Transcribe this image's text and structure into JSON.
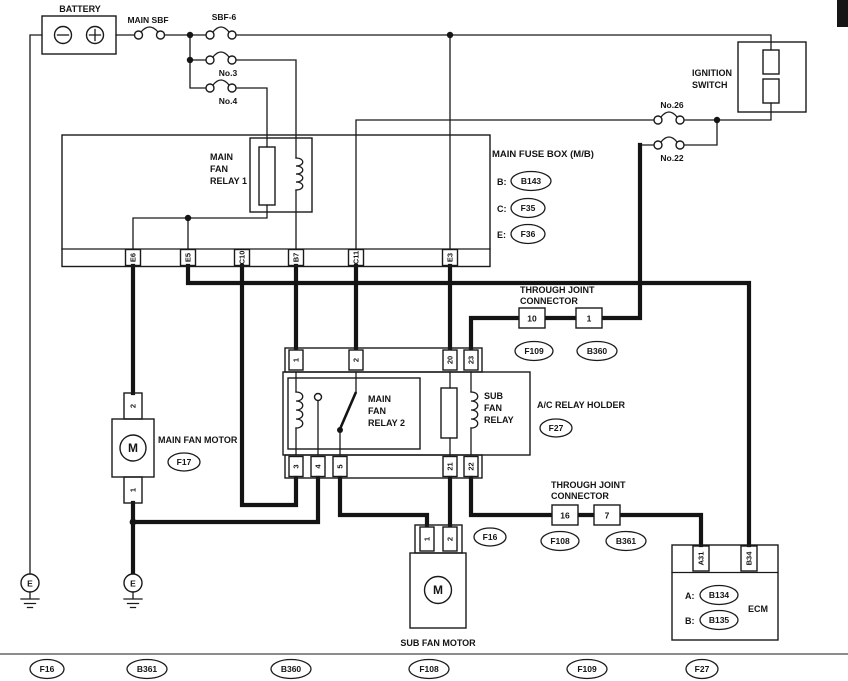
{
  "colors": {
    "line": "#1a1a1a",
    "background": "#ffffff"
  },
  "battery": {
    "label": "BATTERY"
  },
  "fuses": {
    "main_sbf": "MAIN SBF",
    "sbf6": "SBF-6",
    "no3": "No.3",
    "no4": "No.4",
    "no26": "No.26",
    "no22": "No.22"
  },
  "ignition_switch": {
    "line1": "IGNITION",
    "line2": "SWITCH"
  },
  "main_fuse_box": {
    "title": "MAIN FUSE BOX (M/B)",
    "connector_refs": [
      {
        "prefix": "B:",
        "id": "B143"
      },
      {
        "prefix": "C:",
        "id": "F35"
      },
      {
        "prefix": "E:",
        "id": "F36"
      }
    ],
    "terminals": [
      "E6",
      "E5",
      "C10",
      "B7",
      "C11",
      "E3"
    ]
  },
  "main_fan_relay_1": {
    "label_lines": [
      "MAIN",
      "FAN",
      "RELAY 1"
    ]
  },
  "through_joint_connector_top": {
    "label_lines": [
      "THROUGH JOINT",
      "CONNECTOR"
    ],
    "terminals": [
      "10",
      "1"
    ],
    "refs": [
      "F109",
      "B360"
    ]
  },
  "through_joint_connector_bottom": {
    "label_lines": [
      "THROUGH JOINT",
      "CONNECTOR"
    ],
    "terminals": [
      "16",
      "7"
    ],
    "refs": [
      "F108",
      "B361"
    ]
  },
  "ac_relay_holder": {
    "label": "A/C RELAY HOLDER",
    "ref": "F27",
    "main_fan_relay_2_lines": [
      "MAIN",
      "FAN",
      "RELAY 2"
    ],
    "sub_fan_relay_lines": [
      "SUB",
      "FAN",
      "RELAY"
    ],
    "pins_top": [
      "1",
      "2",
      "20",
      "23"
    ],
    "pins_bottom": [
      "3",
      "4",
      "5",
      "21",
      "22"
    ]
  },
  "main_fan_motor": {
    "label": "MAIN FAN MOTOR",
    "ref": "F17",
    "terminal_top": "2",
    "terminal_bottom": "1",
    "symbol": "M"
  },
  "sub_fan_motor": {
    "label": "SUB FAN MOTOR",
    "ref": "F16",
    "terminal_left": "1",
    "terminal_right": "2",
    "symbol": "M"
  },
  "ecm": {
    "label": "ECM",
    "terminals": [
      "A31",
      "B34"
    ],
    "connector_refs": [
      {
        "prefix": "A:",
        "id": "B134"
      },
      {
        "prefix": "B:",
        "id": "B135"
      }
    ]
  },
  "ground": {
    "label": "E"
  },
  "footer_refs": [
    "F16",
    "B361",
    "B360",
    "F108",
    "F109",
    "F27"
  ]
}
